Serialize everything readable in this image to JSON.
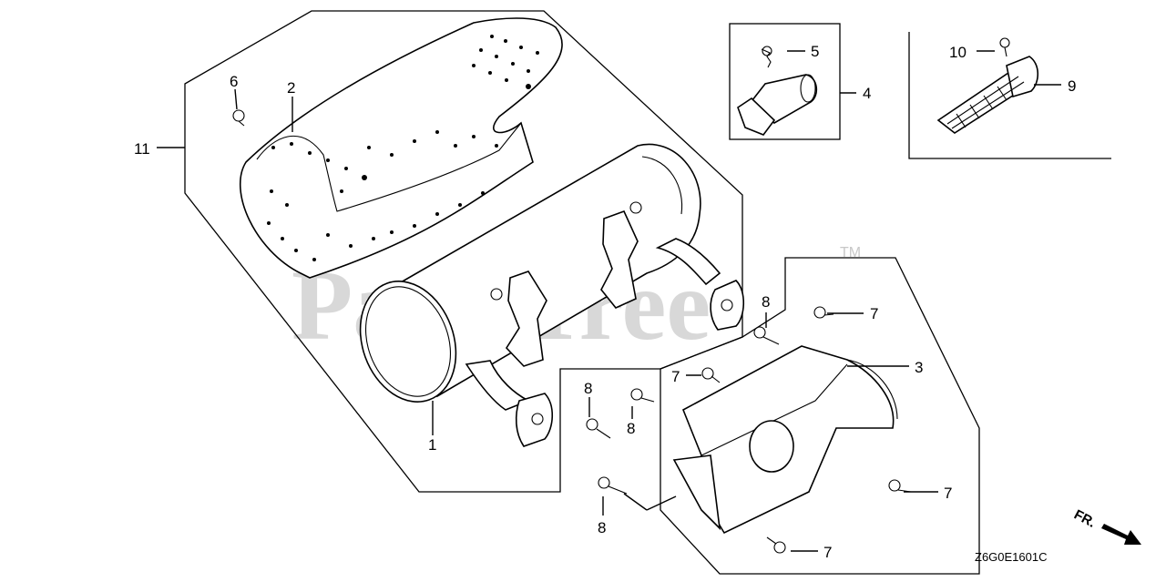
{
  "diagram": {
    "watermark": "PartsTree",
    "trademark": "TM",
    "diagram_code": "Z6G0E1601C",
    "direction_label": "FR.",
    "callouts": {
      "muffler": "1",
      "muffler_protector": "2",
      "bracket": "3",
      "spark_arrester_assembly": "4",
      "screw_arrester": "5",
      "bolt_protector": "6",
      "bolt_7a": "7",
      "bolt_7b": "7",
      "bolt_7c": "7",
      "bolt_7d": "7",
      "nut_8a": "8",
      "nut_8b": "8",
      "nut_8c": "8",
      "nut_8d": "8",
      "screen": "9",
      "screw_screen": "10",
      "muffler_assembly": "11"
    }
  }
}
